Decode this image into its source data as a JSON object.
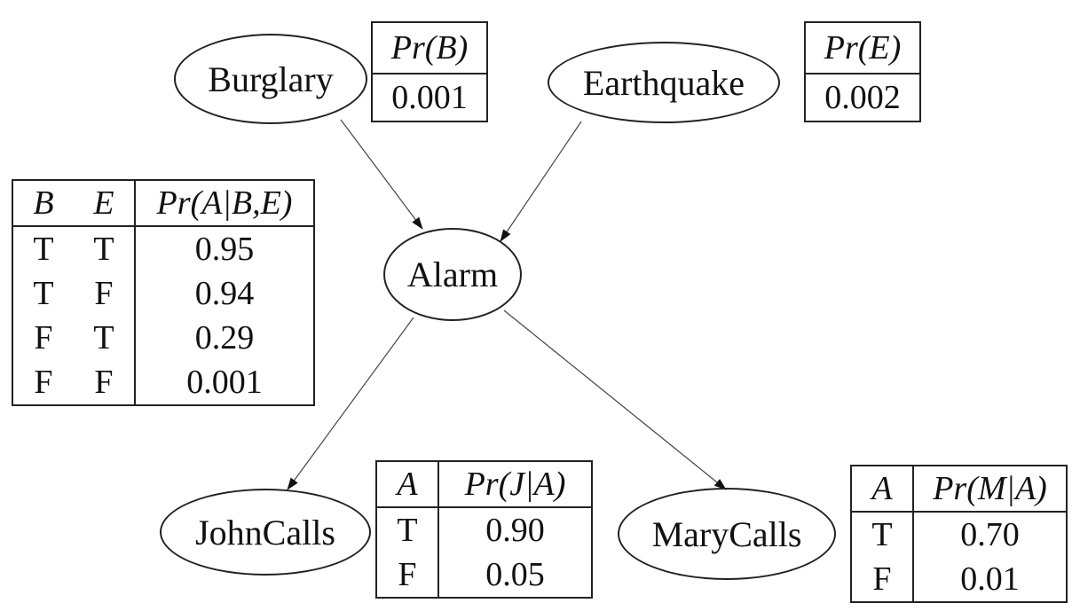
{
  "nodes": {
    "burglary": "Burglary",
    "earthquake": "Earthquake",
    "alarm": "Alarm",
    "johncalls": "JohnCalls",
    "marycalls": "MaryCalls"
  },
  "edges": [
    {
      "from": "Burglary",
      "to": "Alarm"
    },
    {
      "from": "Earthquake",
      "to": "Alarm"
    },
    {
      "from": "Alarm",
      "to": "JohnCalls"
    },
    {
      "from": "Alarm",
      "to": "MaryCalls"
    }
  ],
  "cpt_burglary": {
    "header": "Pr(B)",
    "value": "0.001"
  },
  "cpt_earthquake": {
    "header": "Pr(E)",
    "value": "0.002"
  },
  "cpt_alarm": {
    "headers": [
      "B",
      "E",
      "Pr(A|B,E)"
    ],
    "rows": [
      [
        "T",
        "T",
        "0.95"
      ],
      [
        "T",
        "F",
        "0.94"
      ],
      [
        "F",
        "T",
        "0.29"
      ],
      [
        "F",
        "F",
        "0.001"
      ]
    ]
  },
  "cpt_john": {
    "headers": [
      "A",
      "Pr(J|A)"
    ],
    "rows": [
      [
        "T",
        "0.90"
      ],
      [
        "F",
        "0.05"
      ]
    ]
  },
  "cpt_mary": {
    "headers": [
      "A",
      "Pr(M|A)"
    ],
    "rows": [
      [
        "T",
        "0.70"
      ],
      [
        "F",
        "0.01"
      ]
    ]
  }
}
